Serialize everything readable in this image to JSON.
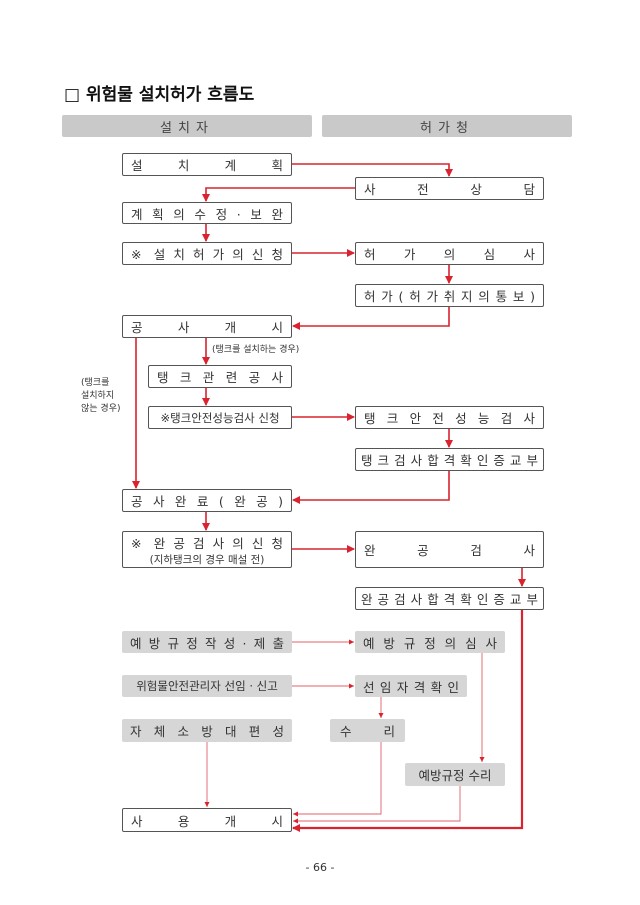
{
  "title": "□ 위험물 설치허가 흐름도",
  "headers": {
    "left": "설치자",
    "right": "허가청"
  },
  "boxes": {
    "plan": "설 치 계 획",
    "precons": "사 전 상 담",
    "revise": "계 획 의 수 정 · 보 완",
    "apply": "※ 설 치 허 가 의 신 청",
    "review": "허 가 의 심 사",
    "permit": "허 가 ( 허 가 취 지 의 통 보 )",
    "start": "공 사 개 시",
    "tank_work": "탱 크 관 련 공 사",
    "tank_apply": "※탱크안전성능검사 신청",
    "tank_inspect": "탱 크 안 전 성 능 검 사",
    "tank_cert": "탱 크 검 사 합 격 확 인 증 교 부",
    "complete": "공 사 완 료 ( 완 공 )",
    "final_apply": "※ 완 공 검 사 의 신 청",
    "final_apply_sub": "(지하탱크의 경우 매설 전)",
    "final_inspect": "완 공 검 사",
    "final_cert": "완 공 검 사 합 격 확 인 증 교 부",
    "prevent_write": "예 방 규 정 작 성 · 제 출",
    "prevent_review": "예 방 규 정 의 심 사",
    "manager": "위험물안전관리자 선임 · 신고",
    "qualify": "선 임 자 격 확 인",
    "brigade": "자 체 소 방 대 편 성",
    "accept": "수 리",
    "prevent_accept": "예방규정 수리",
    "use_start": "사 용 개 시"
  },
  "notes": {
    "tank_case": "(탱크를 설치하는 경우)",
    "no_tank_case": [
      "(탱크를",
      "설치하지",
      "않는 경우)"
    ]
  },
  "page_number": "- 66 -",
  "colors": {
    "arrow": "#d9232f",
    "header_bg": "#c9c9c9",
    "gray_box": "#d6d6d6"
  }
}
